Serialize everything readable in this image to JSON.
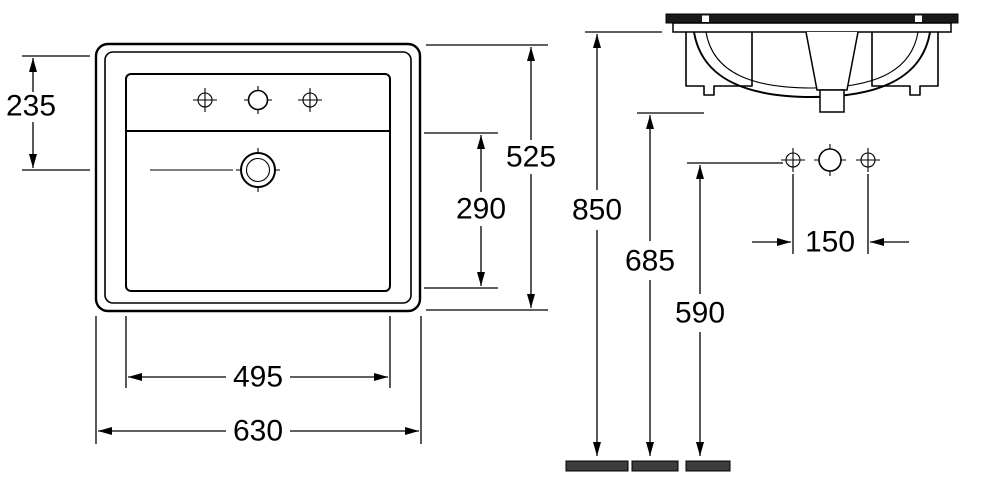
{
  "top_view": {
    "dim_top_edge_to_drain": "235",
    "dim_overall_depth": "525",
    "dim_bowl_inner_depth": "290",
    "dim_bowl_inner_width": "495",
    "dim_overall_width": "630"
  },
  "front_view": {
    "dim_overall_height": "850",
    "dim_basin_underside_height": "685",
    "dim_tap_hole_height": "590",
    "dim_tap_hole_spacing": "150"
  },
  "colors": {
    "line": "#000000",
    "background": "#ffffff"
  }
}
